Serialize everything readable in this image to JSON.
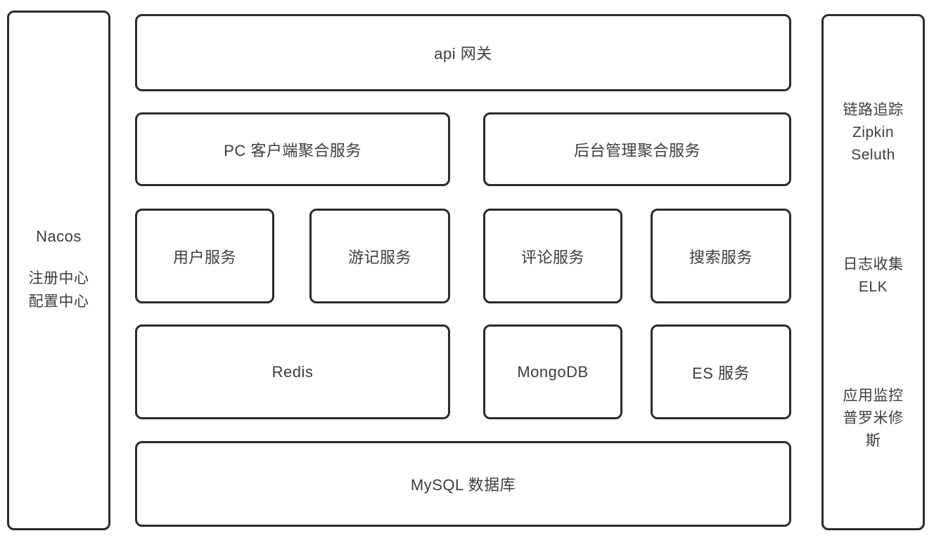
{
  "diagram": {
    "title": "microservice-architecture",
    "left_panel": {
      "title": "Nacos",
      "role_line1": "注册中心",
      "role_line2": "配置中心"
    },
    "gateway": {
      "label": "api 网关"
    },
    "aggregation_services": [
      {
        "label": "PC 客户端聚合服务"
      },
      {
        "label": "后台管理聚合服务"
      }
    ],
    "business_services": [
      {
        "label": "用户服务"
      },
      {
        "label": "游记服务"
      },
      {
        "label": "评论服务"
      },
      {
        "label": "搜索服务"
      }
    ],
    "data_stores": [
      {
        "label": "Redis"
      },
      {
        "label": "MongoDB"
      },
      {
        "label": "ES 服务"
      }
    ],
    "database": {
      "label": "MySQL 数据库"
    },
    "right_panel": {
      "tracing": "链路追踪\nZipkin\nSeluth",
      "logging": "日志收集\nELK",
      "monitoring": "应用监控\n普罗米修斯"
    },
    "colors": {
      "border": "#2b2b2b",
      "text": "#3d3d3d",
      "background": "#ffffff"
    }
  }
}
